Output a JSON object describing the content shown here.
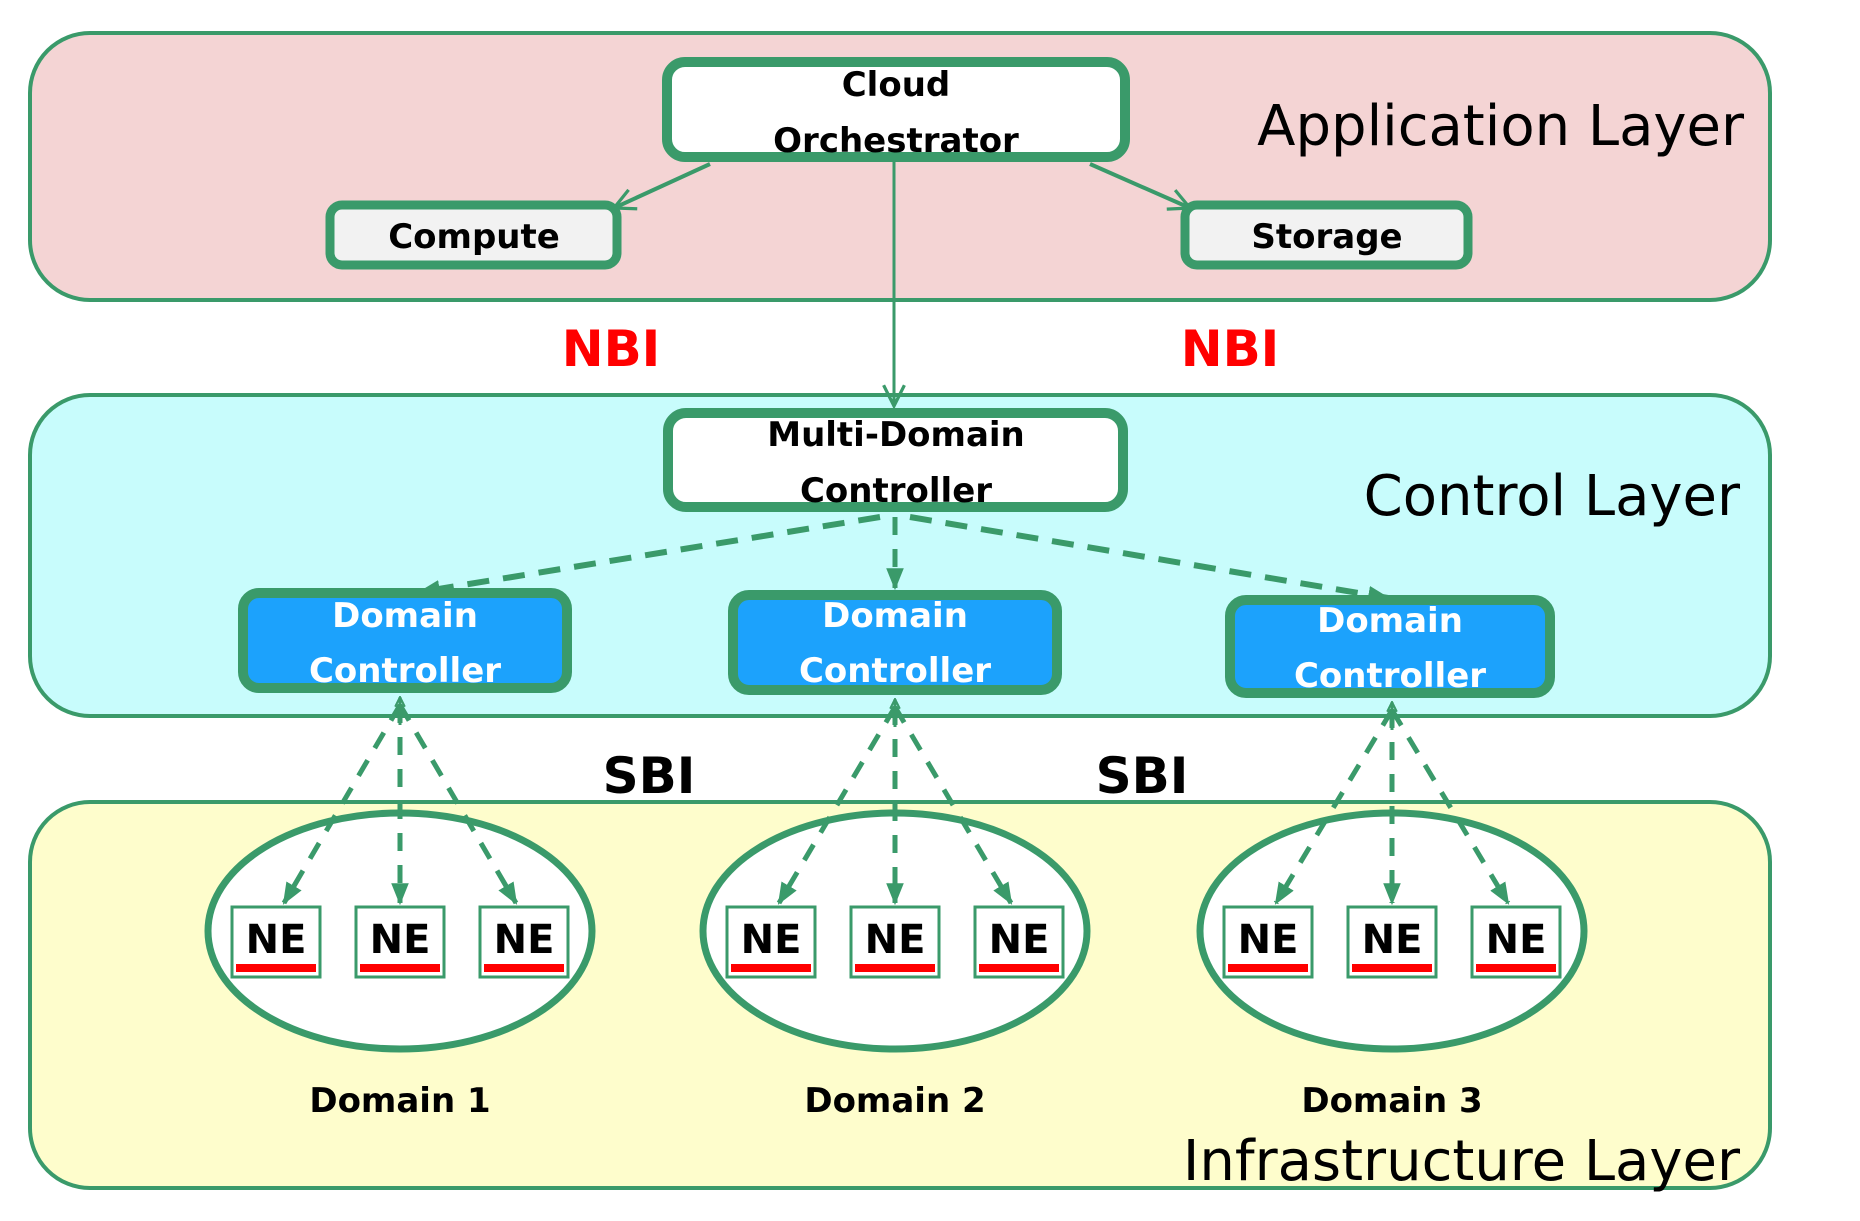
{
  "colors": {
    "green": "#3a9a6a",
    "application_fill": "#f4d4d4",
    "control_fill": "#c8fcfc",
    "infrastructure_fill": "#fefdcc",
    "domain_controller_fill": "#1ca2fc",
    "subsystem_fill": "#f2f2f2",
    "nbi_color": "#ff0000",
    "ne_bar_color": "#ff0000"
  },
  "layers": {
    "application": {
      "label": "Application Layer"
    },
    "control": {
      "label": "Control Layer"
    },
    "infrastructure": {
      "label": "Infrastructure Layer"
    }
  },
  "application": {
    "orchestrator": {
      "line1": "Cloud",
      "line2": "Orchestrator"
    },
    "compute": "Compute",
    "storage": "Storage"
  },
  "interfaces": {
    "nbi_left": "NBI",
    "nbi_right": "NBI",
    "sbi_left": "SBI",
    "sbi_right": "SBI"
  },
  "control": {
    "multi_domain": {
      "line1": "Multi-Domain",
      "line2": "Controller"
    },
    "domain_controllers": [
      {
        "line1": "Domain",
        "line2": "Controller"
      },
      {
        "line1": "Domain",
        "line2": "Controller"
      },
      {
        "line1": "Domain",
        "line2": "Controller"
      }
    ]
  },
  "infrastructure": {
    "domains": [
      {
        "label": "Domain 1",
        "elements": [
          "NE",
          "NE",
          "NE"
        ]
      },
      {
        "label": "Domain 2",
        "elements": [
          "NE",
          "NE",
          "NE"
        ]
      },
      {
        "label": "Domain 3",
        "elements": [
          "NE",
          "NE",
          "NE"
        ]
      }
    ]
  }
}
